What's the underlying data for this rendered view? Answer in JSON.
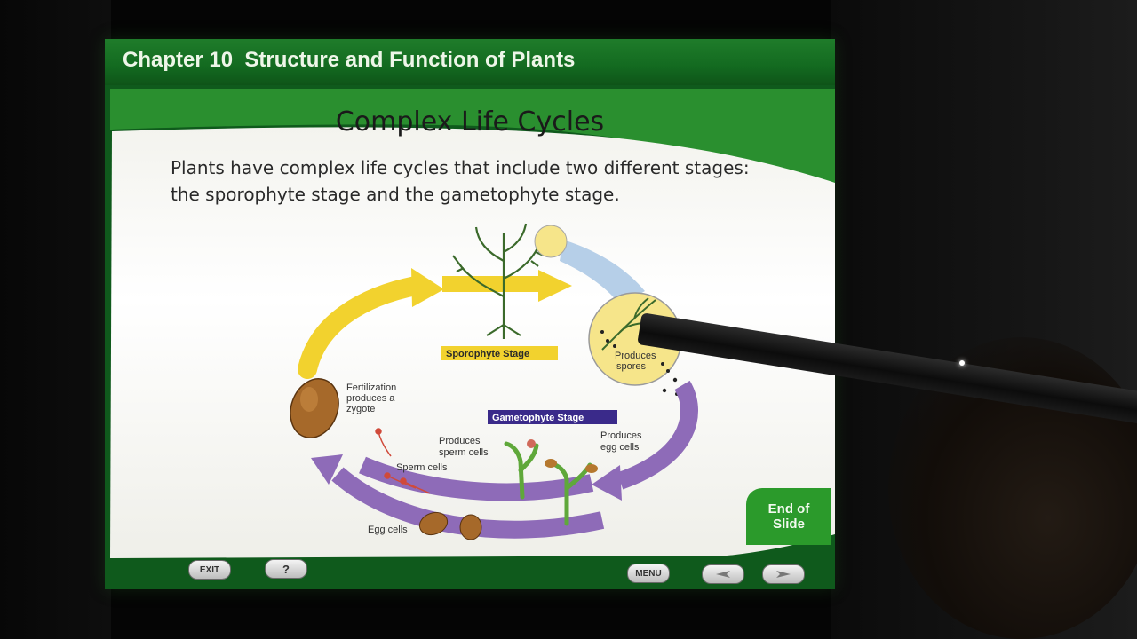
{
  "header": {
    "chapter_number": "Chapter 10",
    "chapter_title": "Structure and Function of Plants"
  },
  "slide": {
    "heading": "Complex Life Cycles",
    "body_text": "Plants have complex life cycles that include two different stages: the sporophyte stage and the gametophyte stage."
  },
  "diagram": {
    "sporophyte_stage_label": "Sporophyte Stage",
    "gametophyte_stage_label": "Gametophyte Stage",
    "produces_spores_line1": "Produces",
    "produces_spores_line2": "spores",
    "fertilization_line1": "Fertilization",
    "fertilization_line2": "produces a",
    "fertilization_line3": "zygote",
    "sperm_producer_line1": "Produces",
    "sperm_producer_line2": "sperm cells",
    "egg_producer_line1": "Produces",
    "egg_producer_line2": "egg cells",
    "sperm_cells_label": "Sperm cells",
    "egg_cells_label": "Egg cells",
    "colors": {
      "sporophyte_arrow": "#f2d22e",
      "gametophyte_arrow": "#8e6bb8",
      "spore_circle": "#f6e58a",
      "sporophyte_label_bg": "#f2d22e",
      "gametophyte_label_bg": "#3a2a8a"
    }
  },
  "end_of_slide": {
    "line1": "End of",
    "line2": "Slide"
  },
  "nav": {
    "exit_label": "EXIT",
    "help_label": "?",
    "menu_label": "MENU",
    "prev_icon": "left-arrow-icon",
    "next_icon": "right-arrow-icon"
  }
}
